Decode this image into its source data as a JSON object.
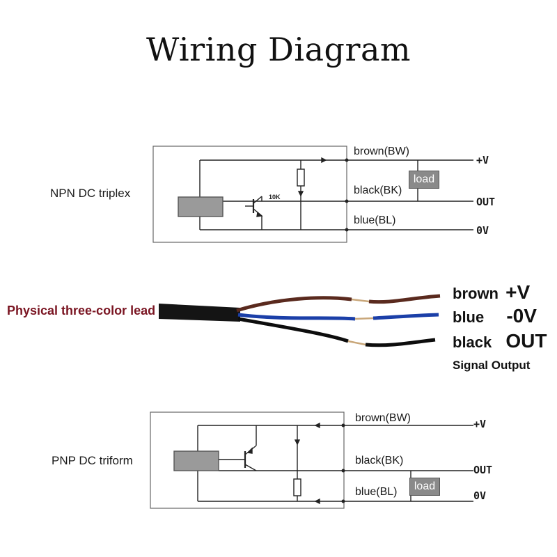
{
  "title": "Wiring Diagram",
  "npn": {
    "name": "NPN DC triplex",
    "resistor": "10K",
    "wires": {
      "brown": "brown(BW)",
      "black": "black(BK)",
      "blue": "blue(BL)"
    },
    "rails": {
      "plus": "+V",
      "out": "OUT",
      "zero": "0V"
    },
    "load": "load"
  },
  "lead": {
    "label": "Physical three-color lead",
    "legend": [
      {
        "color": "brown",
        "meaning": "+V"
      },
      {
        "color": "blue",
        "meaning": "-0V"
      },
      {
        "color": "black",
        "meaning": "OUT"
      }
    ],
    "note": "Signal Output",
    "wire_colors": {
      "jacket": "#141414",
      "brown": "#5a2a1e",
      "blue": "#1b3fa8",
      "black": "#0d0d0d"
    }
  },
  "pnp": {
    "name": "PNP DC triform",
    "wires": {
      "brown": "brown(BW)",
      "black": "black(BK)",
      "blue": "blue(BL)"
    },
    "rails": {
      "plus": "+V",
      "out": "OUT",
      "zero": "0V"
    },
    "load": "load"
  }
}
